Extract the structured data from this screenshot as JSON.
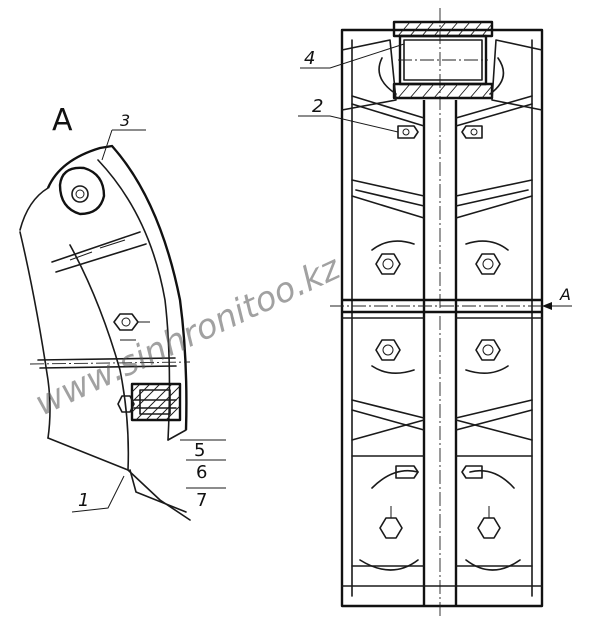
{
  "view_label": "A",
  "section_arrow_label": "A",
  "callouts": {
    "c1": "1",
    "c2": "2",
    "c3": "3",
    "c4": "4",
    "c5": "5",
    "c6": "6",
    "c7": "7"
  },
  "watermark": "www.sinhronitoo.kz"
}
